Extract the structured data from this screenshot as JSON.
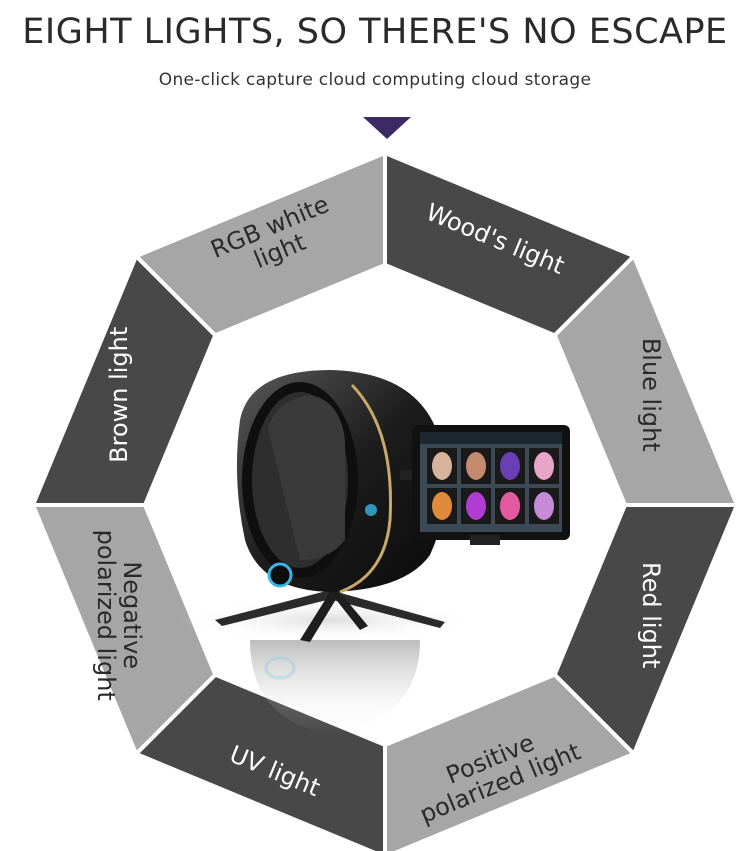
{
  "header": {
    "title": "EIGHT LIGHTS, SO THERE'S NO ESCAPE",
    "subtitle": "One-click capture cloud computing cloud storage"
  },
  "colors": {
    "dark": "#484848",
    "light": "#a6a6a6",
    "arrow": "#3b2a63"
  },
  "segments": [
    {
      "lines": [
        "Wood's light"
      ],
      "tone": "dark"
    },
    {
      "lines": [
        "Blue light"
      ],
      "tone": "light"
    },
    {
      "lines": [
        "Red light"
      ],
      "tone": "dark"
    },
    {
      "lines": [
        "Positive",
        "polarized light"
      ],
      "tone": "light"
    },
    {
      "lines": [
        "UV light"
      ],
      "tone": "dark"
    },
    {
      "lines": [
        "Negative",
        "polarized light"
      ],
      "tone": "light"
    },
    {
      "lines": [
        "Brown light"
      ],
      "tone": "dark"
    },
    {
      "lines": [
        "RGB white",
        "light"
      ],
      "tone": "light"
    }
  ]
}
